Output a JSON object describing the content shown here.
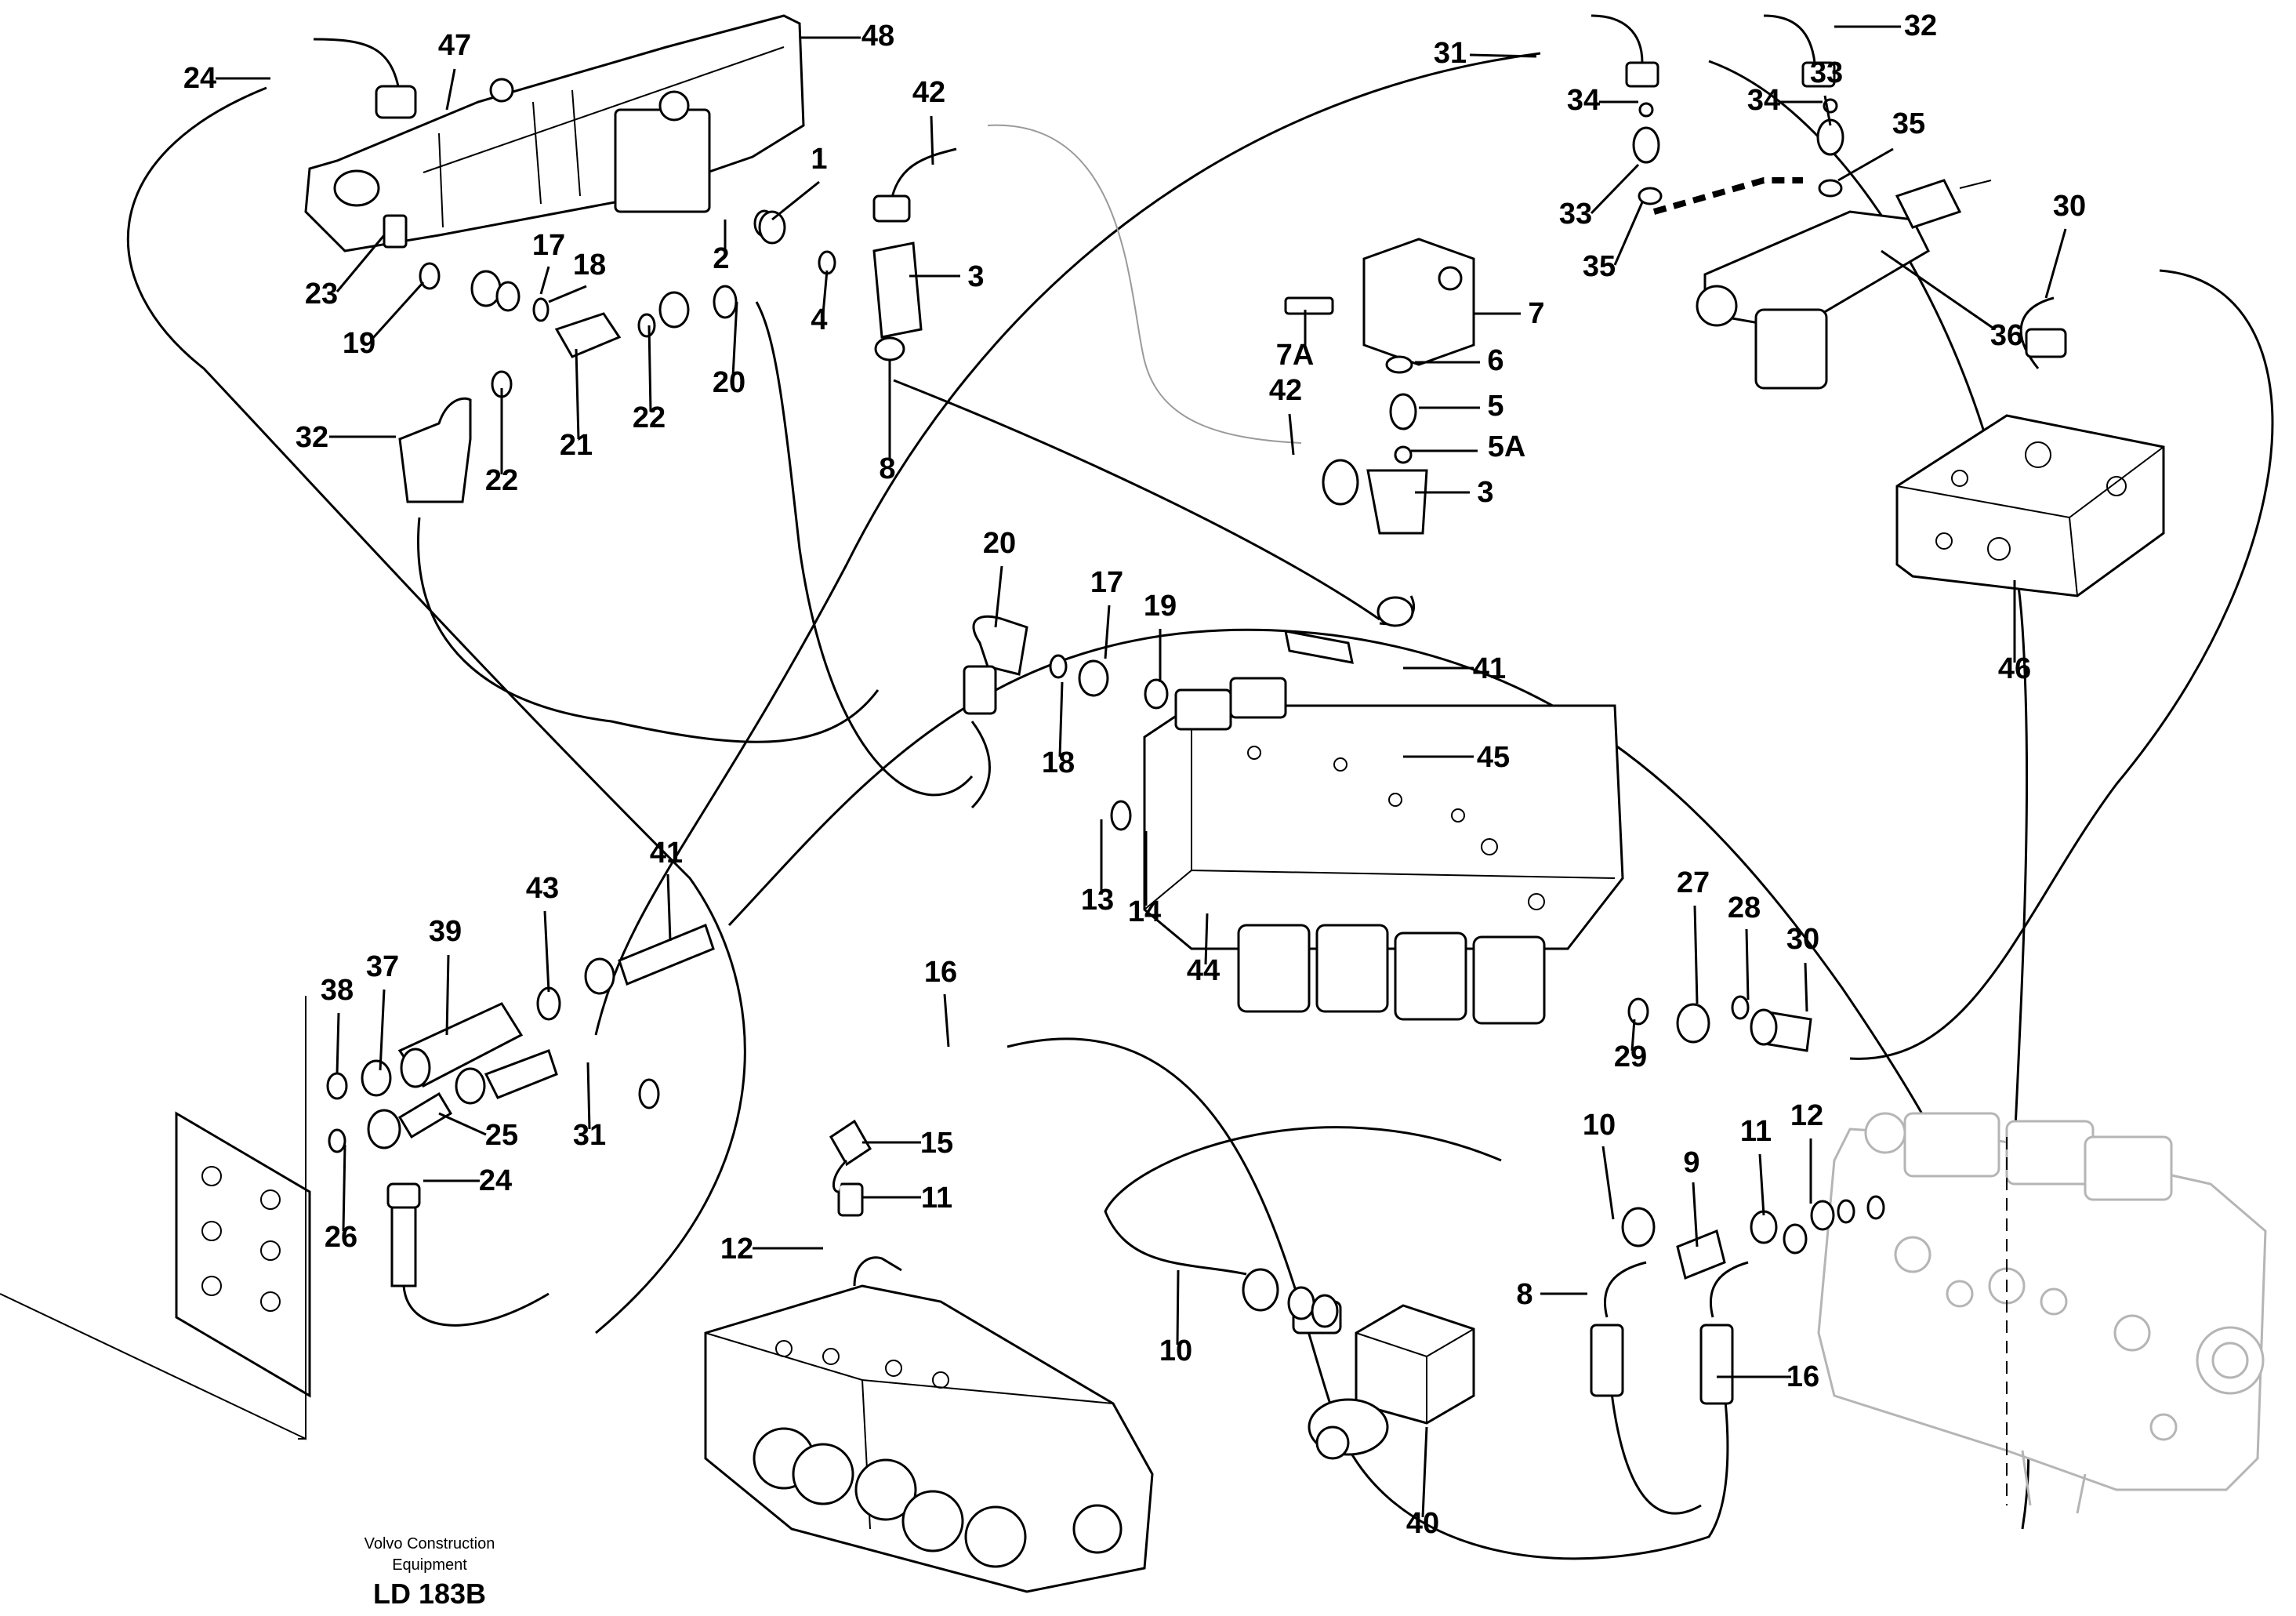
{
  "labels": [
    "1",
    "2",
    "3",
    "3",
    "4",
    "5",
    "5A",
    "6",
    "7",
    "7A",
    "8",
    "8",
    "9",
    "10",
    "10",
    "11",
    "11",
    "12",
    "12",
    "13",
    "14",
    "15",
    "16",
    "16",
    "17",
    "17",
    "18",
    "18",
    "19",
    "19",
    "20",
    "20",
    "21",
    "22",
    "22",
    "23",
    "24",
    "24",
    "25",
    "26",
    "27",
    "28",
    "29",
    "30",
    "30",
    "31",
    "31",
    "32",
    "32",
    "33",
    "33",
    "34",
    "34",
    "35",
    "35",
    "36",
    "37",
    "38",
    "39",
    "40",
    "41",
    "41",
    "42",
    "42",
    "43",
    "44",
    "45",
    "46",
    "47",
    "48"
  ],
  "footer": {
    "company_line1": "Volvo Construction",
    "company_line2": "Equipment",
    "drawing_code": "LD 183B"
  }
}
